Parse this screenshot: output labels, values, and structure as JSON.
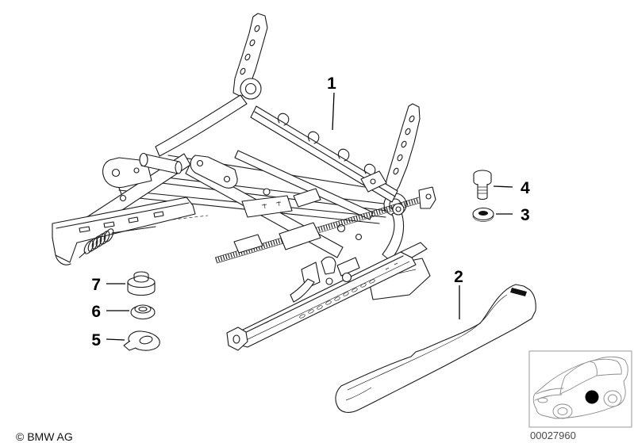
{
  "colors": {
    "line": "#1a1a1a",
    "car_sketch": "#8a8a8a",
    "box_border": "#9a9a9a",
    "ref_text": "#4a4a4a",
    "location_dot": "#000000",
    "background": "#ffffff"
  },
  "callouts": {
    "c1": "1",
    "c2": "2",
    "c3": "3",
    "c4": "4",
    "c5": "5",
    "c6": "6",
    "c7": "7"
  },
  "parts": {
    "c1": "seat-rail-frame-assembly",
    "c2": "side-trim-cover",
    "c3": "washer",
    "c4": "bolt",
    "c5": "hook-eyelet",
    "c6": "grommet",
    "c7": "cap"
  },
  "footer": {
    "copyright": "© BMW AG"
  },
  "thumbnail": {
    "drawing_number": "00027960",
    "description": "car-location-thumbnail"
  }
}
